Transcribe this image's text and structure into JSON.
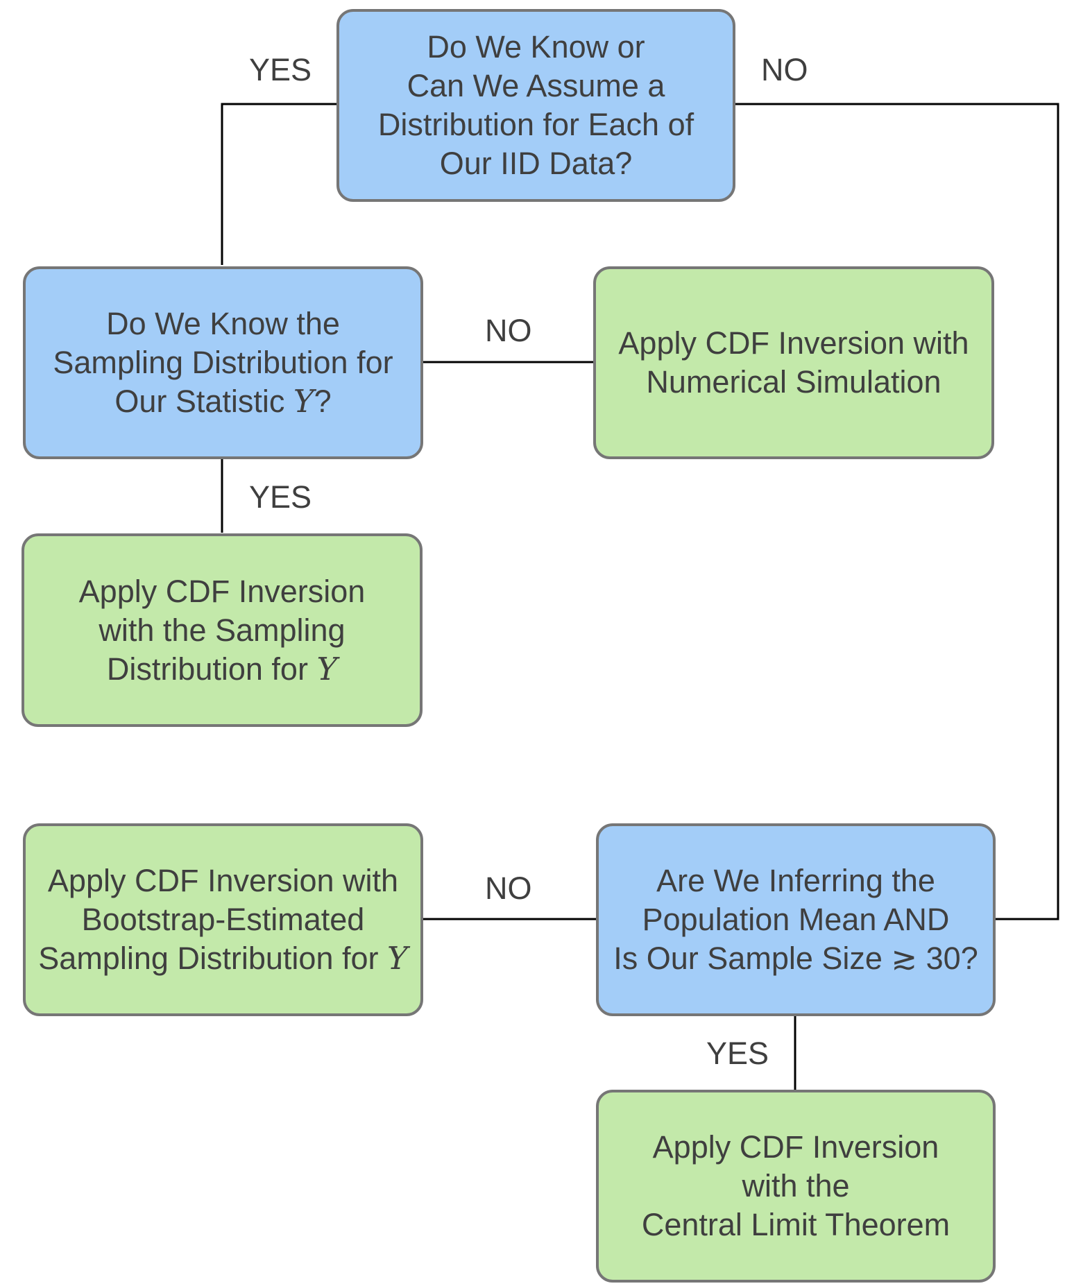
{
  "nodes": {
    "q1": {
      "kind": "question",
      "lines": [
        "Do We Know or",
        "Can We Assume a",
        "Distribution for Each of",
        "Our IID Data?"
      ]
    },
    "q2": {
      "kind": "question",
      "line1": "Do We Know the",
      "line2": "Sampling Distribution for",
      "line3_text": "Our Statistic ",
      "line3_var": "Y",
      "line3_tail": "?"
    },
    "a_numerical": {
      "kind": "action",
      "lines": [
        "Apply CDF Inversion with",
        "Numerical Simulation"
      ]
    },
    "a_sampling": {
      "kind": "action",
      "line1": "Apply CDF Inversion",
      "line2": "with the Sampling",
      "line3_text": "Distribution for ",
      "line3_var": "Y"
    },
    "a_bootstrap": {
      "kind": "action",
      "line1": "Apply CDF Inversion with",
      "line2": "Bootstrap-Estimated",
      "line3_text": "Sampling Distribution for ",
      "line3_var": "Y"
    },
    "q3": {
      "kind": "question",
      "line1": "Are We Inferring the",
      "line2": "Population Mean AND",
      "line3_text": "Is Our Sample Size ",
      "line3_symbol": "≳",
      "line3_tail": " 30?"
    },
    "a_clt": {
      "kind": "action",
      "lines": [
        "Apply CDF Inversion",
        "with the",
        "Central Limit Theorem"
      ]
    }
  },
  "edges": {
    "q1_yes": "YES",
    "q1_no": "NO",
    "q2_no": "NO",
    "q2_yes": "YES",
    "q3_no": "NO",
    "q3_yes": "YES"
  },
  "colors": {
    "question_fill": "#a3cdf8",
    "action_fill": "#c3e9aa",
    "border": "#767676",
    "connector": "#000000",
    "text": "#3f3f3f"
  }
}
